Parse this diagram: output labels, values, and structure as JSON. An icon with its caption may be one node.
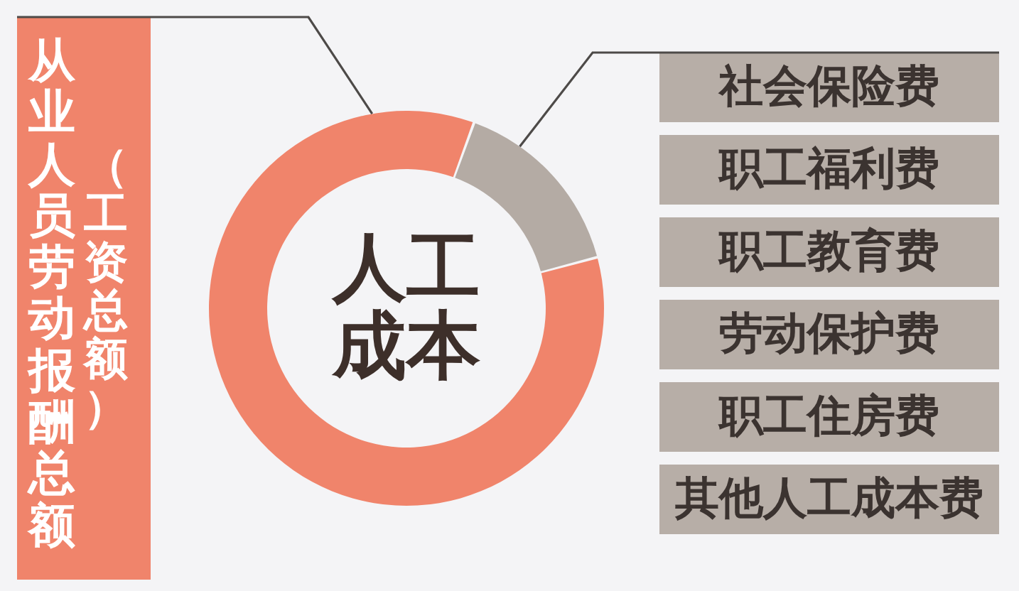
{
  "diagram": {
    "nodes": [
      {
        "text": [
          "从业人员劳动报酬总额",
          "（工资总额）"
        ]
      },
      {
        "text": [
          "人工成本"
        ]
      },
      {
        "text": [],
        "shape": "arc",
        "in": 1
      },
      {
        "text": [],
        "shape": "arc",
        "in": 1
      },
      {
        "text": [
          "社会保险费"
        ]
      },
      {
        "text": [
          "职工福利费"
        ]
      },
      {
        "text": [
          "职工教育费"
        ]
      },
      {
        "text": [
          "劳动保护费"
        ]
      },
      {
        "text": [
          "职工住房费"
        ]
      },
      {
        "text": [
          "其他人工成本费"
        ]
      }
    ],
    "edges": [
      {
        "from": 0,
        "to": 2,
        "arrow": "none"
      },
      {
        "from": 4,
        "to": 3,
        "arrow": "none"
      }
    ]
  }
}
